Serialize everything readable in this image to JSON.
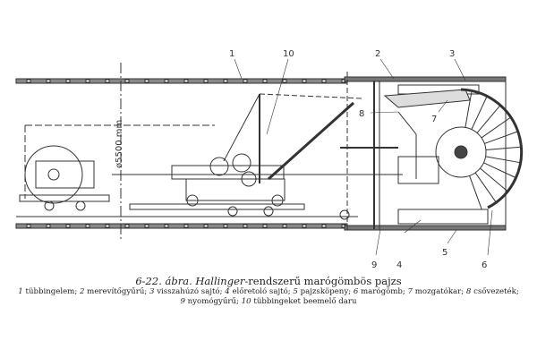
{
  "figure": {
    "dimension_label": "ø5500 mm",
    "callouts": [
      "1",
      "2",
      "3",
      "4",
      "5",
      "6",
      "7",
      "8",
      "9",
      "10"
    ],
    "caption": {
      "number": "6-22. ábra.",
      "name": "Hallinger",
      "title_rest": "-rendszerű marógömbös pajzs"
    },
    "legend": [
      {
        "num": "1",
        "text": "tübbingelem;"
      },
      {
        "num": "2",
        "text": "merevítőgyűrű;"
      },
      {
        "num": "3",
        "text": "visszahúzó sajtó;"
      },
      {
        "num": "4",
        "text": "előretoló sajtó;"
      },
      {
        "num": "5",
        "text": "pajzsköpeny;"
      },
      {
        "num": "6",
        "text": "marógömb;"
      },
      {
        "num": "7",
        "text": "mozgatókar;"
      },
      {
        "num": "8",
        "text": "csővezeték;"
      },
      {
        "num": "9",
        "text": "nyomógyűrű;"
      },
      {
        "num": "10",
        "text": "tübbingeket beemelő daru"
      }
    ]
  }
}
